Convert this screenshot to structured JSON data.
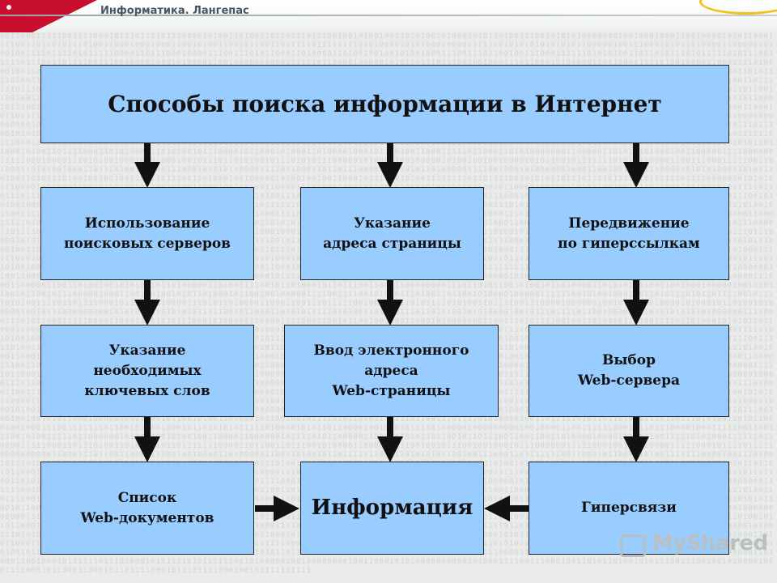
{
  "header": {
    "title": "Информатика. Лангепас"
  },
  "diagram": {
    "title": "Способы поиска информации в Интернет",
    "methods": [
      "Использование\nпоисковых серверов",
      "Указание\nадреса страницы",
      "Передвижение\nпо гиперссылкам"
    ],
    "steps": [
      "Указание\nнеобходимых\nключевых слов",
      "Ввод электронного\nадреса\nWeb-страницы",
      "Выбор\nWeb-сервера"
    ],
    "results": [
      "Список\nWeb-документов",
      "Информация",
      "Гиперсвязи"
    ]
  },
  "watermark": {
    "text": "MyShared"
  },
  "colors": {
    "box_fill": "#99ccff",
    "arrow": "#111111",
    "brand_red": "#c8102e",
    "brand_green": "#8ec63f"
  }
}
